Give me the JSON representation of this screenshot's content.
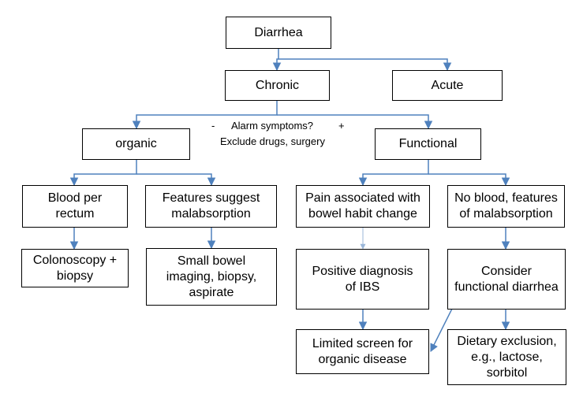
{
  "nodes": {
    "diarrhea": "Diarrhea",
    "chronic": "Chronic",
    "acute": "Acute",
    "organic": "organic",
    "functional": "Functional",
    "blood_per_rectum": "Blood per\nrectum",
    "malabsorption_features": "Features suggest\nmalabsorption",
    "pain_bowel_habit": "Pain associated with\nbowel habit change",
    "no_blood": "No blood, features\nof malabsorption",
    "colonoscopy": "Colonoscopy +\nbiopsy",
    "small_bowel": "Small bowel\nimaging, biopsy,\naspirate",
    "positive_ibs": "Positive diagnosis\nof  IBS",
    "consider_functional": "Consider\nfunctional diarrhea",
    "limited_screen": "Limited screen for\norganic disease",
    "dietary_exclusion": "Dietary exclusion,\ne.g., lactose,\nsorbitol"
  },
  "notes": {
    "minus_sign": "-",
    "alarm": "Alarm symptoms?",
    "plus_sign": "+",
    "exclude": "Exclude drugs, surgery"
  },
  "colors": {
    "connector": "#4f81bd",
    "connector_light": "#9bb7d9",
    "border": "#000000"
  }
}
